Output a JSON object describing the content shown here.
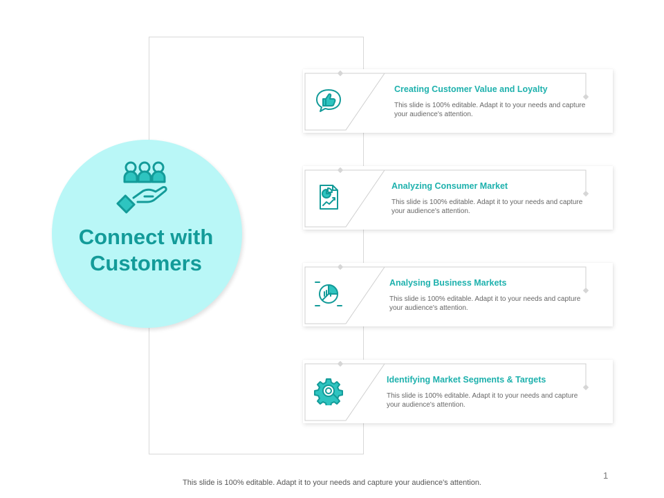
{
  "slide": {
    "hero": {
      "title": "Connect with Customers",
      "icon": "customers-hand-icon",
      "circle_color": "#b9f7f7",
      "text_color": "#139b99"
    },
    "accent_color": "#1eb1ad",
    "cards": [
      {
        "title": "Creating Customer Value and Loyalty",
        "description": "This slide is 100% editable.  Adapt it to your needs and capture your audience's attention.",
        "icon": "thumbs-up-icon"
      },
      {
        "title": "Analyzing Consumer Market",
        "description": "This slide is 100% editable.  Adapt it to your needs and capture your audience's attention.",
        "icon": "report-chart-icon"
      },
      {
        "title": "Analysing  Business Markets",
        "description": "This slide is 100% editable.  Adapt it to your needs and capture your audience's attention.",
        "icon": "pie-chart-icon"
      },
      {
        "title": "Identifying Market Segments & Targets",
        "description": "This slide is 100% editable.  Adapt it to your needs and capture your audience's attention.",
        "icon": "gear-target-icon"
      }
    ],
    "page_number": "1",
    "footer": "This slide is 100% editable. Adapt it to your needs and capture your audience's attention."
  }
}
